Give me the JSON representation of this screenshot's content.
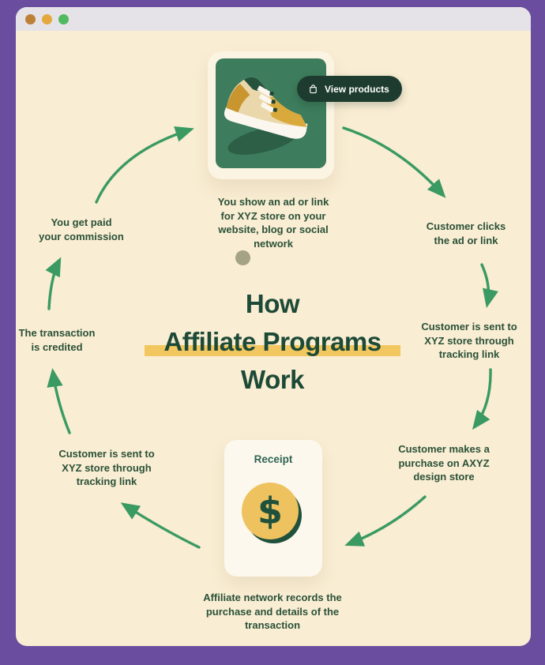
{
  "window": {
    "traffic_lights": [
      {
        "name": "close",
        "color": "#bd8136"
      },
      {
        "name": "minimize",
        "color": "#e3a93e"
      },
      {
        "name": "zoom",
        "color": "#4fba5f"
      }
    ]
  },
  "diagram": {
    "title": {
      "line1": "How",
      "line2": "Affiliate Programs",
      "line3": "Work"
    },
    "product_card": {
      "button_label": "View products"
    },
    "receipt_card": {
      "label": "Receipt",
      "currency_symbol": "$"
    },
    "steps": [
      {
        "id": "show-ad",
        "text": "You show an ad or link\nfor XYZ store on your\nwebsite, blog or social\nnetwork"
      },
      {
        "id": "customer-clicks",
        "text": "Customer clicks\nthe ad or link"
      },
      {
        "id": "sent-to-store-right",
        "text": "Customer is sent to\nXYZ store through\ntracking link"
      },
      {
        "id": "makes-purchase",
        "text": "Customer makes a\npurchase on AXYZ\ndesign store"
      },
      {
        "id": "network-records",
        "text": "Affiliate network records the\npurchase and details of the\ntransaction"
      },
      {
        "id": "sent-to-store-left",
        "text": "Customer is sent to\nXYZ store through\ntracking link"
      },
      {
        "id": "transaction-credited",
        "text": "The transaction\nis credited"
      },
      {
        "id": "get-paid",
        "text": "You get paid\nyour commission"
      }
    ]
  },
  "colors": {
    "frame_purple": "#6a4d9e",
    "titlebar_gray": "#e6e3e8",
    "canvas_cream": "#f9edd3",
    "card_green": "#3d7c5c",
    "pill_dark_green": "#1d3c2f",
    "text_green": "#2a5138",
    "title_green": "#1d4a36",
    "arrow_green": "#3a9a62",
    "highlight_yellow": "#f2c75f",
    "coin_gold": "#eec25e",
    "coin_dark_green": "#20513c",
    "dot_olive": "#a5a286"
  }
}
